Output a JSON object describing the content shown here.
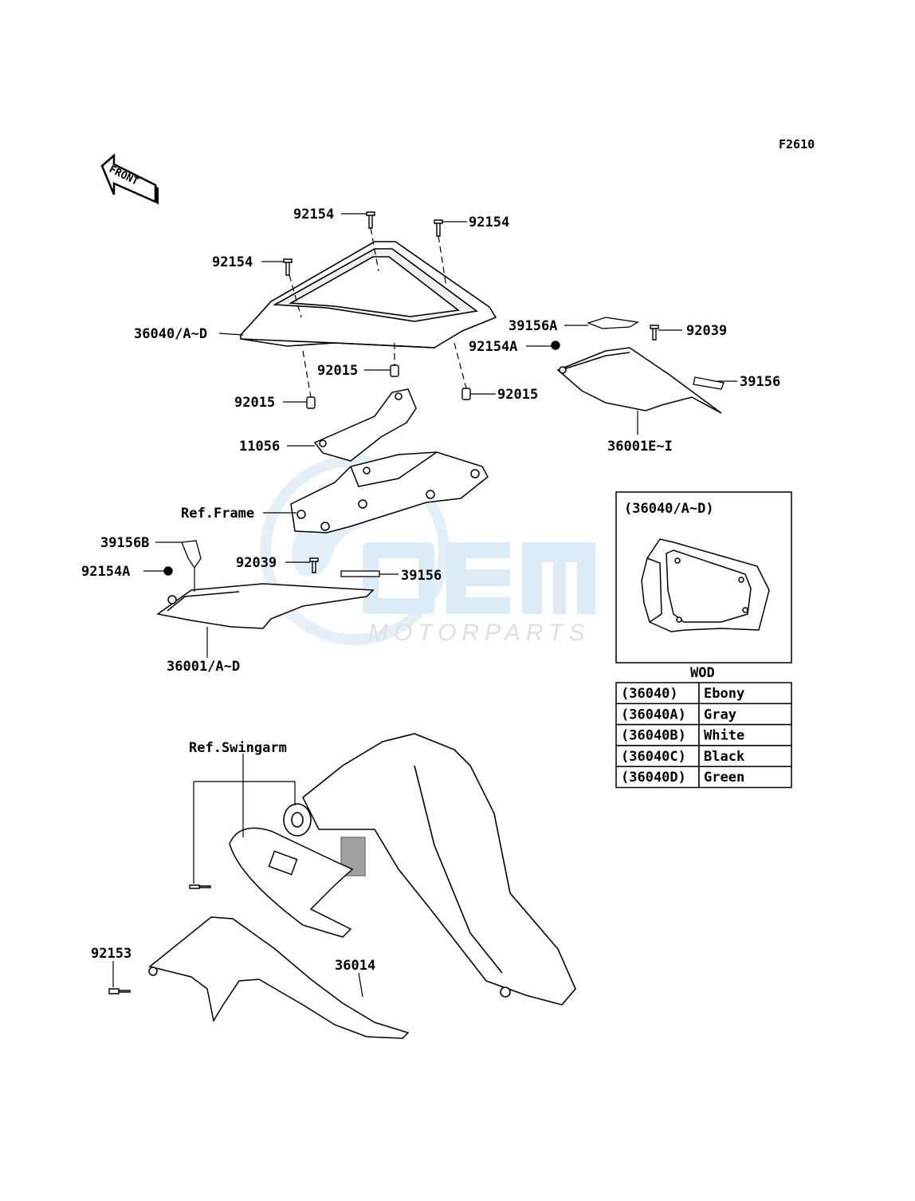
{
  "figure_code": "F2610",
  "front_label": "FRONT",
  "watermark": {
    "brand": "OEM",
    "subtitle": "MOTORPARTS",
    "color": "#2f8fd8"
  },
  "labels": {
    "p92154_top": "92154",
    "p92154_right": "92154",
    "p92154_left": "92154",
    "p36040": "36040/A~D",
    "p92015_mid": "92015",
    "p92015_left": "92015",
    "p92015_right": "92015",
    "p11056": "11056",
    "ref_frame": "Ref.Frame",
    "p39156B": "39156B",
    "p92154A_left": "92154A",
    "p92039_mid": "92039",
    "p39156_mid": "39156",
    "p36001": "36001/A~D",
    "p39156A": "39156A",
    "p92039_right": "92039",
    "p92154A_right": "92154A",
    "p39156_right": "39156",
    "p36001E": "36001E~I",
    "ref_swingarm": "Ref.Swingarm",
    "p92153": "92153",
    "p36014": "36014"
  },
  "inset": {
    "title": "(36040/A~D)",
    "caption": "WOD"
  },
  "color_table": [
    {
      "part": "(36040)",
      "color": "Ebony"
    },
    {
      "part": "(36040A)",
      "color": "Gray"
    },
    {
      "part": "(36040B)",
      "color": "White"
    },
    {
      "part": "(36040C)",
      "color": "Black"
    },
    {
      "part": "(36040D)",
      "color": "Green"
    }
  ]
}
